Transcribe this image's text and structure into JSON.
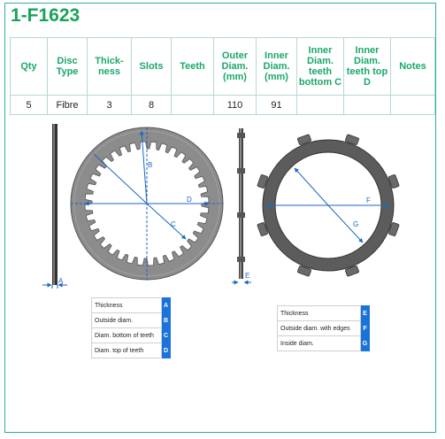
{
  "title": "1-F1623",
  "table": {
    "headers": [
      "Qty",
      "Disc Type",
      "Thick-ness",
      "Slots",
      "Teeth",
      "Outer Diam. (mm)",
      "Inner Diam. (mm)",
      "Inner Diam. teeth bottom C",
      "Inner Diam. teeth top D",
      "Notes"
    ],
    "row": [
      "5",
      "Fibre",
      "3",
      "8",
      "",
      "110",
      "91",
      "",
      "",
      ""
    ]
  },
  "dimension_letters": {
    "a": "A",
    "b": "B",
    "c": "C",
    "d": "D",
    "e": "E",
    "f": "F",
    "g": "G"
  },
  "legend_left": [
    {
      "label": "Thickness",
      "code": "A"
    },
    {
      "label": "Outside diam.",
      "code": "B"
    },
    {
      "label": "Diam. bottom of teeth",
      "code": "C"
    },
    {
      "label": "Diam. top of teeth",
      "code": "D"
    }
  ],
  "legend_right": [
    {
      "label": "Thickness",
      "code": "E"
    },
    {
      "label": "Outside diam. with edges",
      "code": "F"
    },
    {
      "label": "Inside diam.",
      "code": "G"
    }
  ],
  "colors": {
    "title": "#18a35a",
    "header": "#1aa86a",
    "frame": "#2fae9a",
    "dimension": "#1a66c8",
    "legend_code": "#1a73d9"
  }
}
